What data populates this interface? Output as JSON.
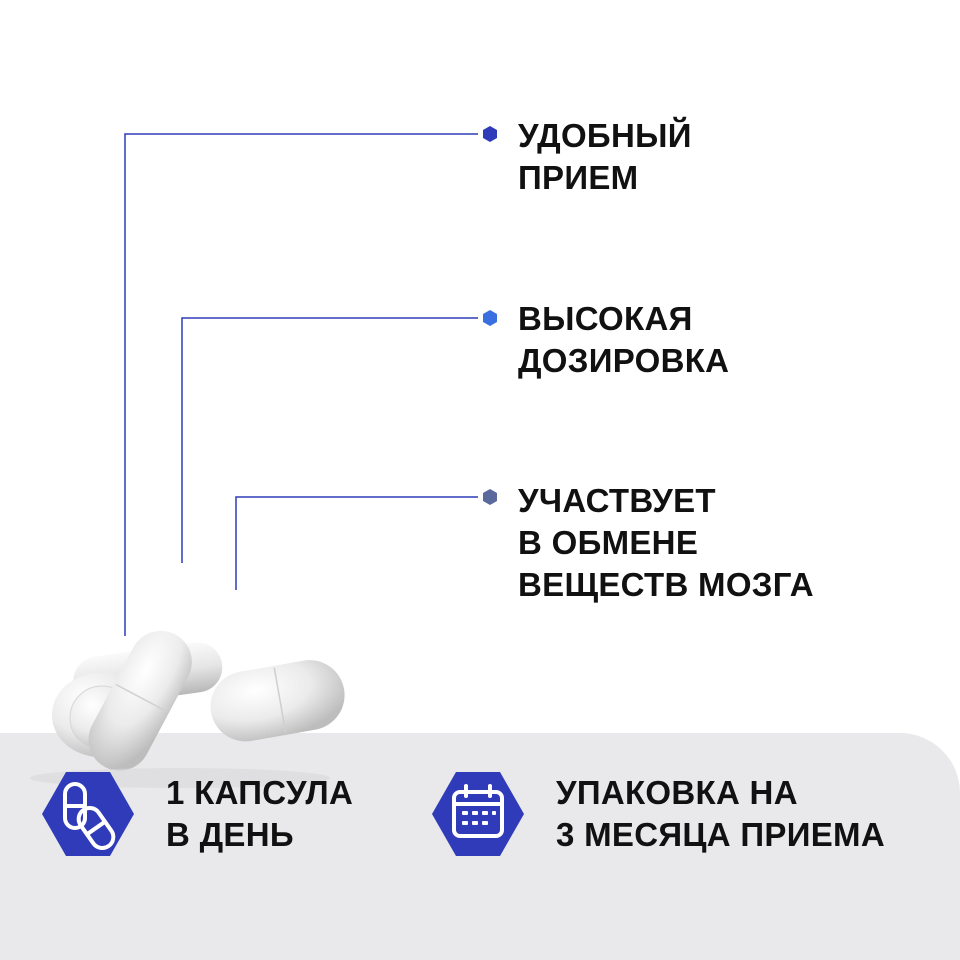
{
  "features": [
    {
      "lines": [
        "УДОБНЫЙ",
        "ПРИЕМ"
      ],
      "marker_color": "#2f3bb8"
    },
    {
      "lines": [
        "ВЫСОКАЯ",
        "ДОЗИРОВКА"
      ],
      "marker_color": "#3a6fe0"
    },
    {
      "lines": [
        "УЧАСТВУЕТ",
        "В ОБМЕНЕ",
        "ВЕЩЕСТВ МОЗГА"
      ],
      "marker_color": "#5a6a9c"
    }
  ],
  "info": [
    {
      "lines": [
        "1 КАПСУЛА",
        "В ДЕНЬ"
      ],
      "icon": "capsule-icon"
    },
    {
      "lines": [
        "УПАКОВКА НА",
        "3 МЕСЯЦА ПРИЕМА"
      ],
      "icon": "calendar-icon"
    }
  ],
  "colors": {
    "connector": "#2f3bb8",
    "badge": "#2f3bb8",
    "panel": "#e9e9ec",
    "text": "#111111"
  }
}
